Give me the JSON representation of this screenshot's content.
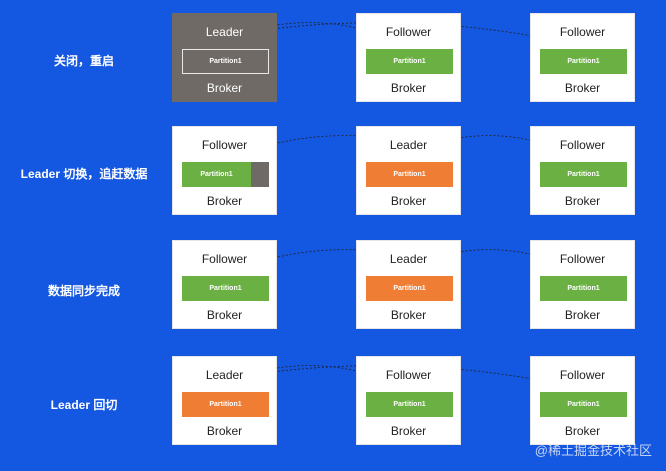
{
  "rows": [
    {
      "label": "关闭，重启",
      "brokers": [
        {
          "role": "Leader",
          "partition": "Partition1",
          "broker": "Broker",
          "fill": "empty",
          "box": "dark"
        },
        {
          "role": "Follower",
          "partition": "Partition1",
          "broker": "Broker",
          "fill": "green",
          "box": "light"
        },
        {
          "role": "Follower",
          "partition": "Partition1",
          "broker": "Broker",
          "fill": "green",
          "box": "light"
        }
      ]
    },
    {
      "label": "Leader 切换，追赶数据",
      "brokers": [
        {
          "role": "Follower",
          "partition": "Partition1",
          "broker": "Broker",
          "fill": "partial",
          "box": "light"
        },
        {
          "role": "Leader",
          "partition": "Partition1",
          "broker": "Broker",
          "fill": "orange",
          "box": "light"
        },
        {
          "role": "Follower",
          "partition": "Partition1",
          "broker": "Broker",
          "fill": "green",
          "box": "light"
        }
      ]
    },
    {
      "label": "数据同步完成",
      "brokers": [
        {
          "role": "Follower",
          "partition": "Partition1",
          "broker": "Broker",
          "fill": "green",
          "box": "light"
        },
        {
          "role": "Leader",
          "partition": "Partition1",
          "broker": "Broker",
          "fill": "orange",
          "box": "light"
        },
        {
          "role": "Follower",
          "partition": "Partition1",
          "broker": "Broker",
          "fill": "green",
          "box": "light"
        }
      ]
    },
    {
      "label": "Leader 回切",
      "brokers": [
        {
          "role": "Leader",
          "partition": "Partition1",
          "broker": "Broker",
          "fill": "orange",
          "box": "light"
        },
        {
          "role": "Follower",
          "partition": "Partition1",
          "broker": "Broker",
          "fill": "green",
          "box": "light"
        },
        {
          "role": "Follower",
          "partition": "Partition1",
          "broker": "Broker",
          "fill": "green",
          "box": "light"
        }
      ]
    }
  ],
  "watermark": "@稀土掘金技术社区",
  "colors": {
    "background": "#1457e0",
    "leader_partition": "#ef7d33",
    "follower_partition": "#6ab043",
    "offline_broker": "#6f6a66"
  }
}
